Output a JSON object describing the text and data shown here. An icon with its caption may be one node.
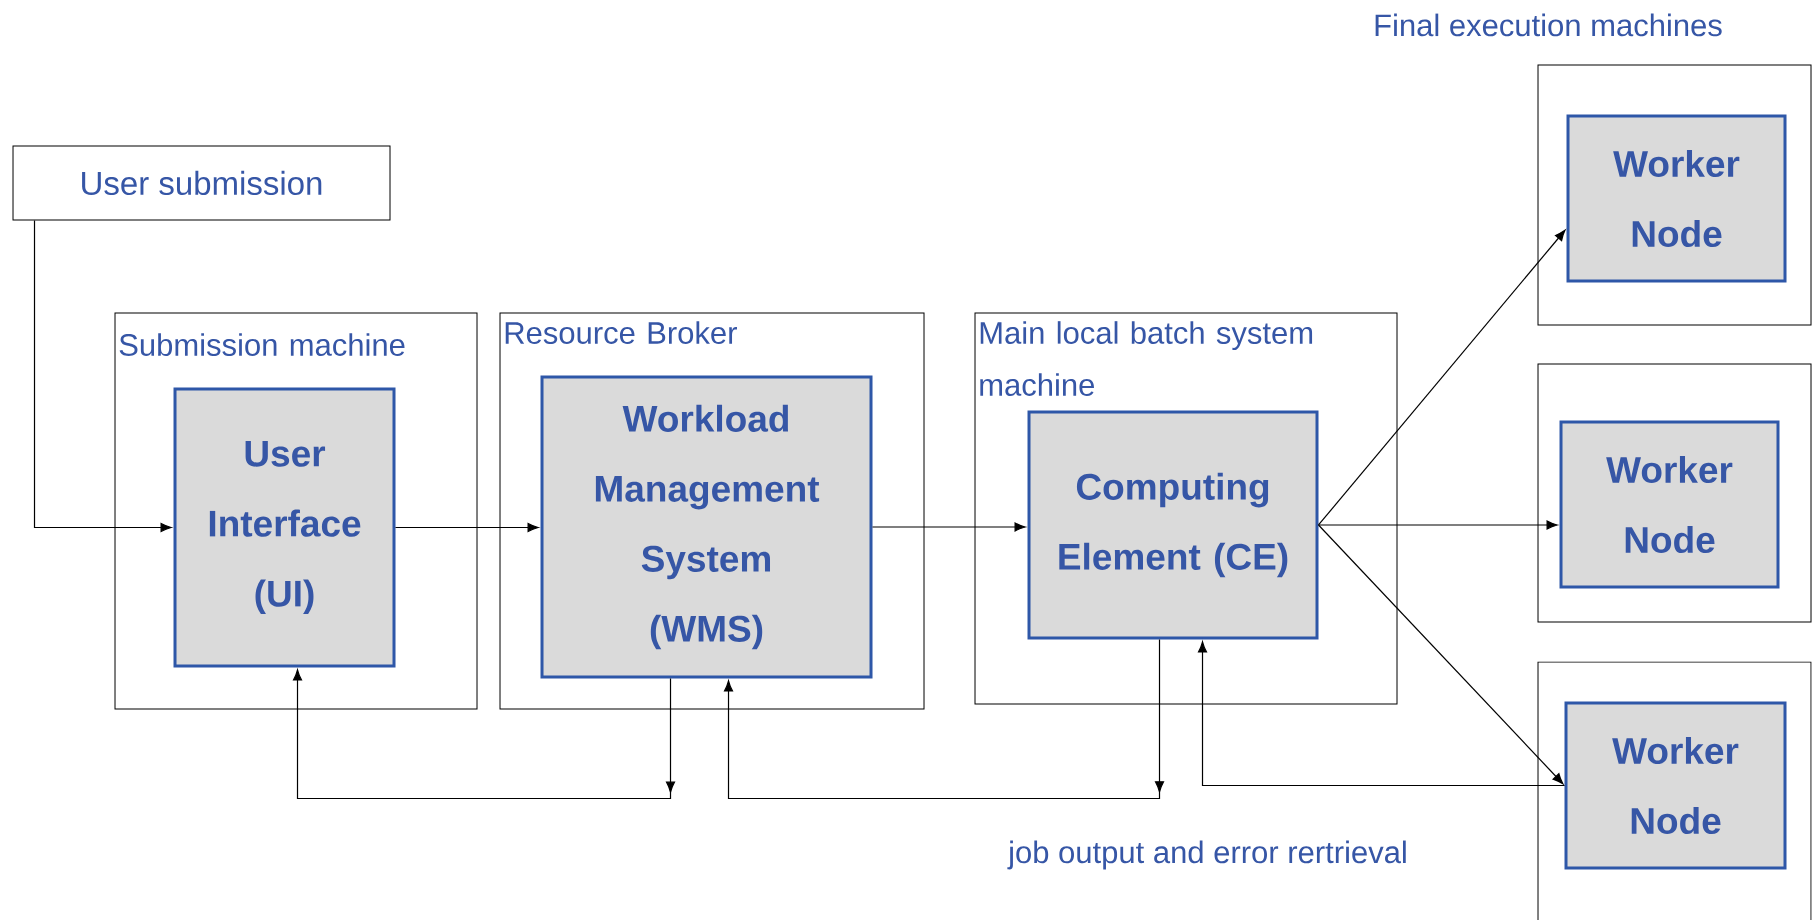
{
  "diagram": {
    "nodes": [
      {
        "text": [
          "User submission"
        ]
      },
      {
        "text": [
          "Submission machine"
        ]
      },
      {
        "text": [
          "User Interface (UI)"
        ],
        "in": 1
      },
      {
        "text": [
          "Resource Broker"
        ]
      },
      {
        "text": [
          "Workload Management System (WMS)"
        ],
        "in": 3
      },
      {
        "text": [
          "Main local batch system machine"
        ]
      },
      {
        "text": [
          "Computing Element (CE)"
        ],
        "in": 5
      },
      {
        "text": [],
        "shape": "box"
      },
      {
        "text": [
          "Worker Node"
        ],
        "in": 7
      },
      {
        "text": [],
        "shape": "box"
      },
      {
        "text": [
          "Worker Node"
        ],
        "in": 9
      },
      {
        "text": [],
        "shape": "box"
      },
      {
        "text": [
          "Worker Node"
        ],
        "in": 11
      }
    ],
    "edges": [
      {
        "from": 0,
        "to": 2,
        "arrow": "to"
      },
      {
        "from": 2,
        "to": 4,
        "arrow": "to"
      },
      {
        "from": 4,
        "to": 6,
        "arrow": "to"
      },
      {
        "from": 6,
        "to": 8,
        "arrow": "to"
      },
      {
        "from": 6,
        "to": 10,
        "arrow": "to"
      },
      {
        "from": 6,
        "to": 12,
        "arrow": "to"
      },
      {
        "from": 4,
        "to": 2,
        "arrow": "to"
      },
      {
        "from": 6,
        "to": 4,
        "arrow": "to"
      },
      {
        "from": 12,
        "to": 6,
        "arrow": "to"
      }
    ],
    "labels": [
      "Final execution machines",
      "job output and error rertrieval"
    ]
  }
}
